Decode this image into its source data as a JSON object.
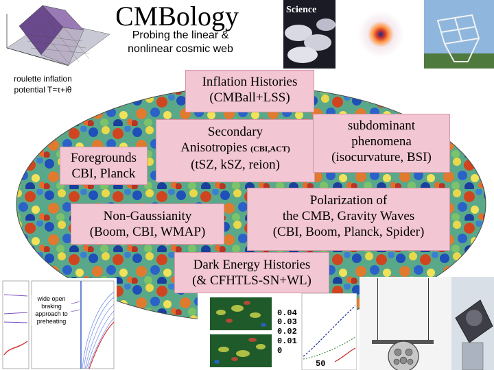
{
  "slide": {
    "title": "CMBology",
    "subtitle": "Probing the linear & nonlinear cosmic web",
    "logo_text": "Science"
  },
  "left_panel": {
    "caption_line1": "roulette inflation",
    "caption_line2": "potential T=τ+iθ"
  },
  "boxes": {
    "inflation": [
      "Inflation Histories",
      "(CMBall+LSS)"
    ],
    "secondary": [
      "Secondary",
      "Anisotropies",
      "(CBI,ACT)",
      "(tSZ, kSZ, reion)"
    ],
    "subdominant": [
      "subdominant",
      "phenomena",
      "(isocurvature, BSI)"
    ],
    "foregrounds": [
      "Foregrounds",
      "CBI, Planck"
    ],
    "non_gaussianity": [
      "Non-Gaussianity",
      "(Boom, CBI, WMAP)"
    ],
    "polarization": [
      "Polarization of",
      "the CMB, Gravity Waves",
      "(CBI, Boom, Planck, Spider)"
    ],
    "dark_energy": [
      "Dark Energy Histories",
      "(& CFHTLS-SN+WL)"
    ]
  },
  "bottom_left": {
    "annotation": [
      "wide open",
      "braking",
      "approach to",
      "preheating"
    ]
  },
  "bottom_center": {
    "ticks": [
      "0.04",
      "0.03",
      "0.02",
      "0.01",
      "0"
    ],
    "x_label": "50"
  },
  "colors": {
    "box_fill": "#f2c6d3",
    "box_border": "#d893a8",
    "cmb_hot": "#d0451f",
    "cmb_cold": "#1f4fb8"
  }
}
